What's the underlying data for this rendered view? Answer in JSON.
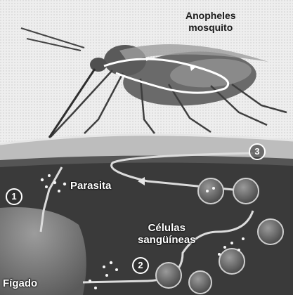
{
  "labels": {
    "mosquito": "Anopheles\nmosquito",
    "parasite": "Parasita",
    "blood_cells": "Células\nsangüíneas",
    "liver": "Fígado"
  },
  "steps": [
    "1",
    "2",
    "3"
  ]
}
